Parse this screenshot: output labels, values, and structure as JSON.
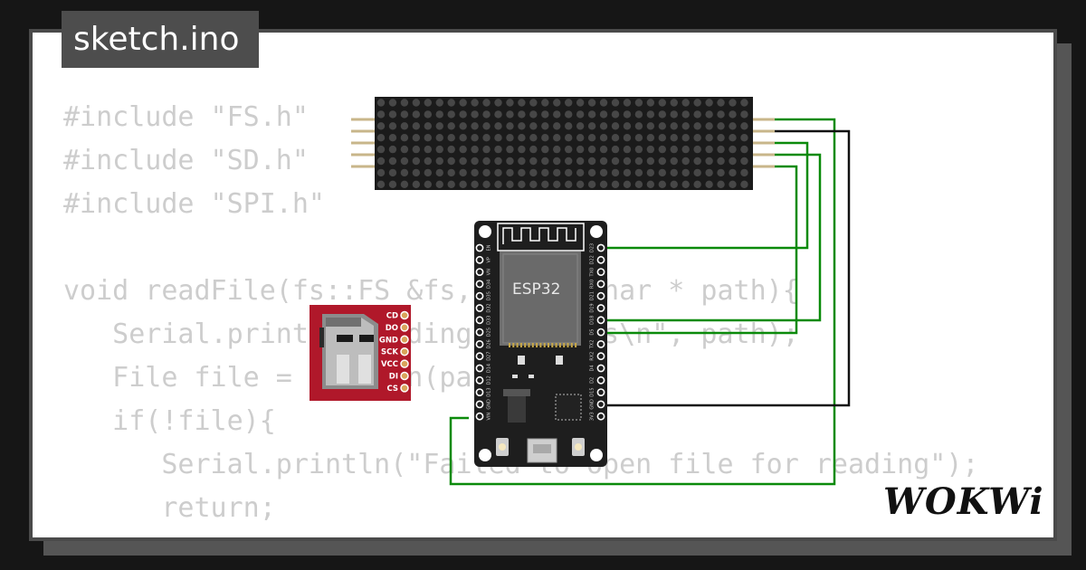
{
  "title": "sketch.ino",
  "brand": "WOKWi",
  "code_lines": [
    "#include \"FS.h\"",
    "#include \"SD.h\"",
    "#include \"SPI.h\"",
    "",
    "void readFile(fs::FS &fs, const char * path){",
    "   Serial.printf(\"Reading file: %s\\n\", path);",
    "   File file = fs.open(path);",
    "   if(!file){",
    "      Serial.println(\"Failed to open file for reading\");",
    "      return;",
    "   }"
  ],
  "esp32": {
    "label": "ESP32",
    "left_pins": [
      "EN",
      "VP",
      "VN",
      "D34",
      "D35",
      "D32",
      "D33",
      "D25",
      "D26",
      "D27",
      "D14",
      "D12",
      "D13",
      "GND",
      "VIN"
    ],
    "right_pins": [
      "D23",
      "D22",
      "TX0",
      "RX0",
      "D21",
      "D19",
      "D18",
      "D5",
      "TX2",
      "RX2",
      "D4",
      "D2",
      "D15",
      "GND",
      "3V3"
    ]
  },
  "sd_card": {
    "pins": [
      "CD",
      "DO",
      "GND",
      "SCK",
      "VCC",
      "DI",
      "CS"
    ]
  },
  "colors": {
    "wire_green": "#0a8a0a",
    "wire_black": "#111111",
    "matrix_bg": "#1b1b1b",
    "sd_board": "#b0182a",
    "esp_board": "#1e1e1e"
  }
}
